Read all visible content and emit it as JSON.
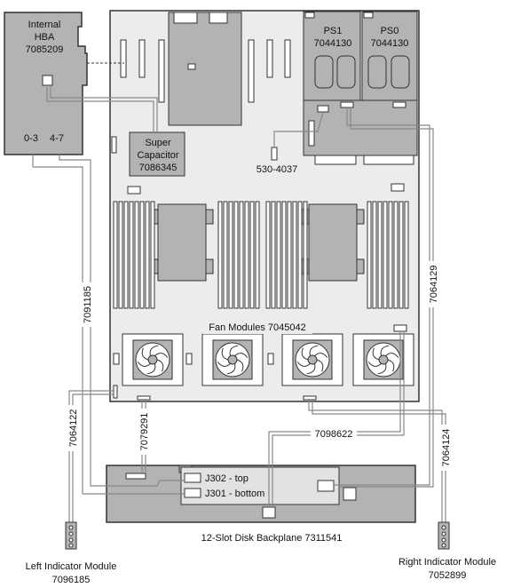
{
  "hba": {
    "line1": "Internal",
    "line2": "HBA",
    "part": "7085209",
    "port_a": "0-3",
    "port_b": "4-7"
  },
  "supercap": {
    "line1": "Super",
    "line2": "Capacitor",
    "part": "7086345"
  },
  "ps1": {
    "name": "PS1",
    "part": "7044130"
  },
  "ps0": {
    "name": "PS0",
    "part": "7044130"
  },
  "board_cable": "530-4037",
  "fan_modules": "Fan Modules 7045042",
  "cables": {
    "c7091185": "7091185",
    "c7064129": "7064129",
    "c7064122": "7064122",
    "c7079291": "7079291",
    "c7098622": "7098622",
    "c7064124": "7064124"
  },
  "backplane": {
    "j302": "J302 - top",
    "j301": "J301 - bottom",
    "title": "12-Slot Disk Backplane  7311541"
  },
  "left_indicator": {
    "line1": "Left Indicator Module",
    "line2": "7096185"
  },
  "right_indicator": {
    "line1": "Right Indicator Module",
    "line2": "7052899"
  },
  "colors": {
    "chassis": "#e9e9e9",
    "component": "#b3b3b3",
    "dark": "#333333",
    "cable": "#888888"
  }
}
